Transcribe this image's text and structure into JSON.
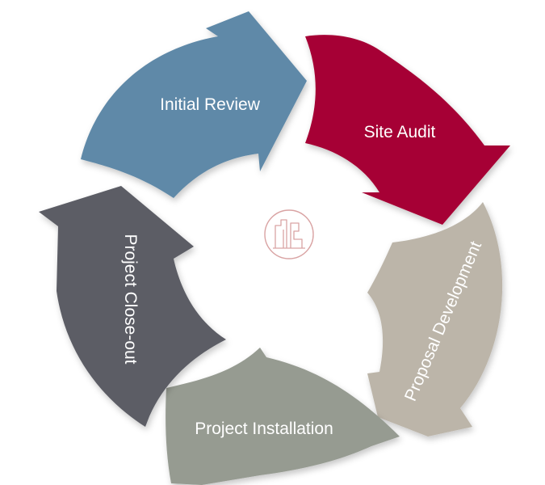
{
  "diagram": {
    "steps": [
      {
        "label": "Initial Review",
        "color": "#5f89a8"
      },
      {
        "label": "Site Audit",
        "color": "#a60534"
      },
      {
        "label": "Proposal Development",
        "color": "#bcb5a9"
      },
      {
        "label": "Project Installation",
        "color": "#969b91"
      },
      {
        "label": "Project Close-out",
        "color": "#5b5d65"
      }
    ],
    "center_logo": {
      "icon": "company-logo-icon",
      "color": "#d9a3a3"
    }
  }
}
